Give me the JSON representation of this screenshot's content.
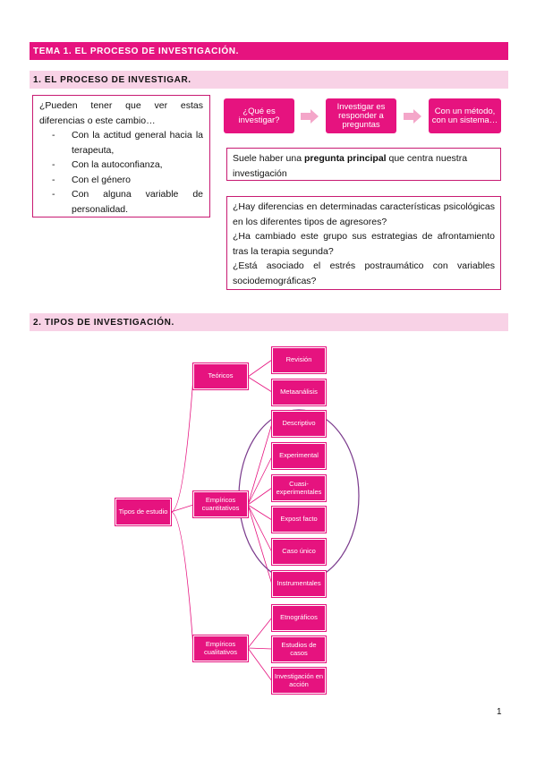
{
  "header": {
    "title": "TEMA 1. EL PROCESO DE INVESTIGACIÓN."
  },
  "section1": {
    "heading": "1. EL PROCESO DE INVESTIGAR.",
    "question_intro": "¿Pueden tener que ver estas diferencias o este cambio…",
    "bullets": [
      "Con la actitud general hacia la terapeuta,",
      "Con la autoconfianza,",
      "Con el género",
      "Con alguna variable de personalidad."
    ],
    "flow": [
      "¿Qué es investigar?",
      "Investigar es responder a preguntas",
      "Con un método, con un sistema…"
    ],
    "main_question": {
      "before": "Suele haber una ",
      "bold": "pregunta principal",
      "after": " que centra nuestra investigación"
    },
    "examples": [
      "¿Hay diferencias en determinadas características psicológicas en los diferentes tipos de agresores?",
      "¿Ha cambiado este grupo sus estrategias de afrontamiento tras la terapia segunda?",
      "¿Está asociado el estrés postraumático con variables sociodemográficas?"
    ]
  },
  "section2": {
    "heading": "2. TIPOS DE INVESTIGACIÓN.",
    "root": "Tipos de estudio",
    "branches": [
      {
        "label": "Teóricos",
        "children": [
          "Revisión",
          "Metaanálisis"
        ]
      },
      {
        "label": "Empíricos cuantitativos",
        "children": [
          "Descriptivo",
          "Experimental",
          "Cuasi-experimentales",
          "Expost facto",
          "Caso único",
          "Instrumentales"
        ]
      },
      {
        "label": "Empíricos cualitativos",
        "children": [
          "Etnográficos",
          "Estudios de casos",
          "Investigación en acción"
        ]
      }
    ]
  },
  "footer": {
    "page_number": "1"
  },
  "colors": {
    "accent": "#e6137f",
    "light_band": "#f8d2e6",
    "border": "#c81a72",
    "circle": "#7a3a8c"
  }
}
